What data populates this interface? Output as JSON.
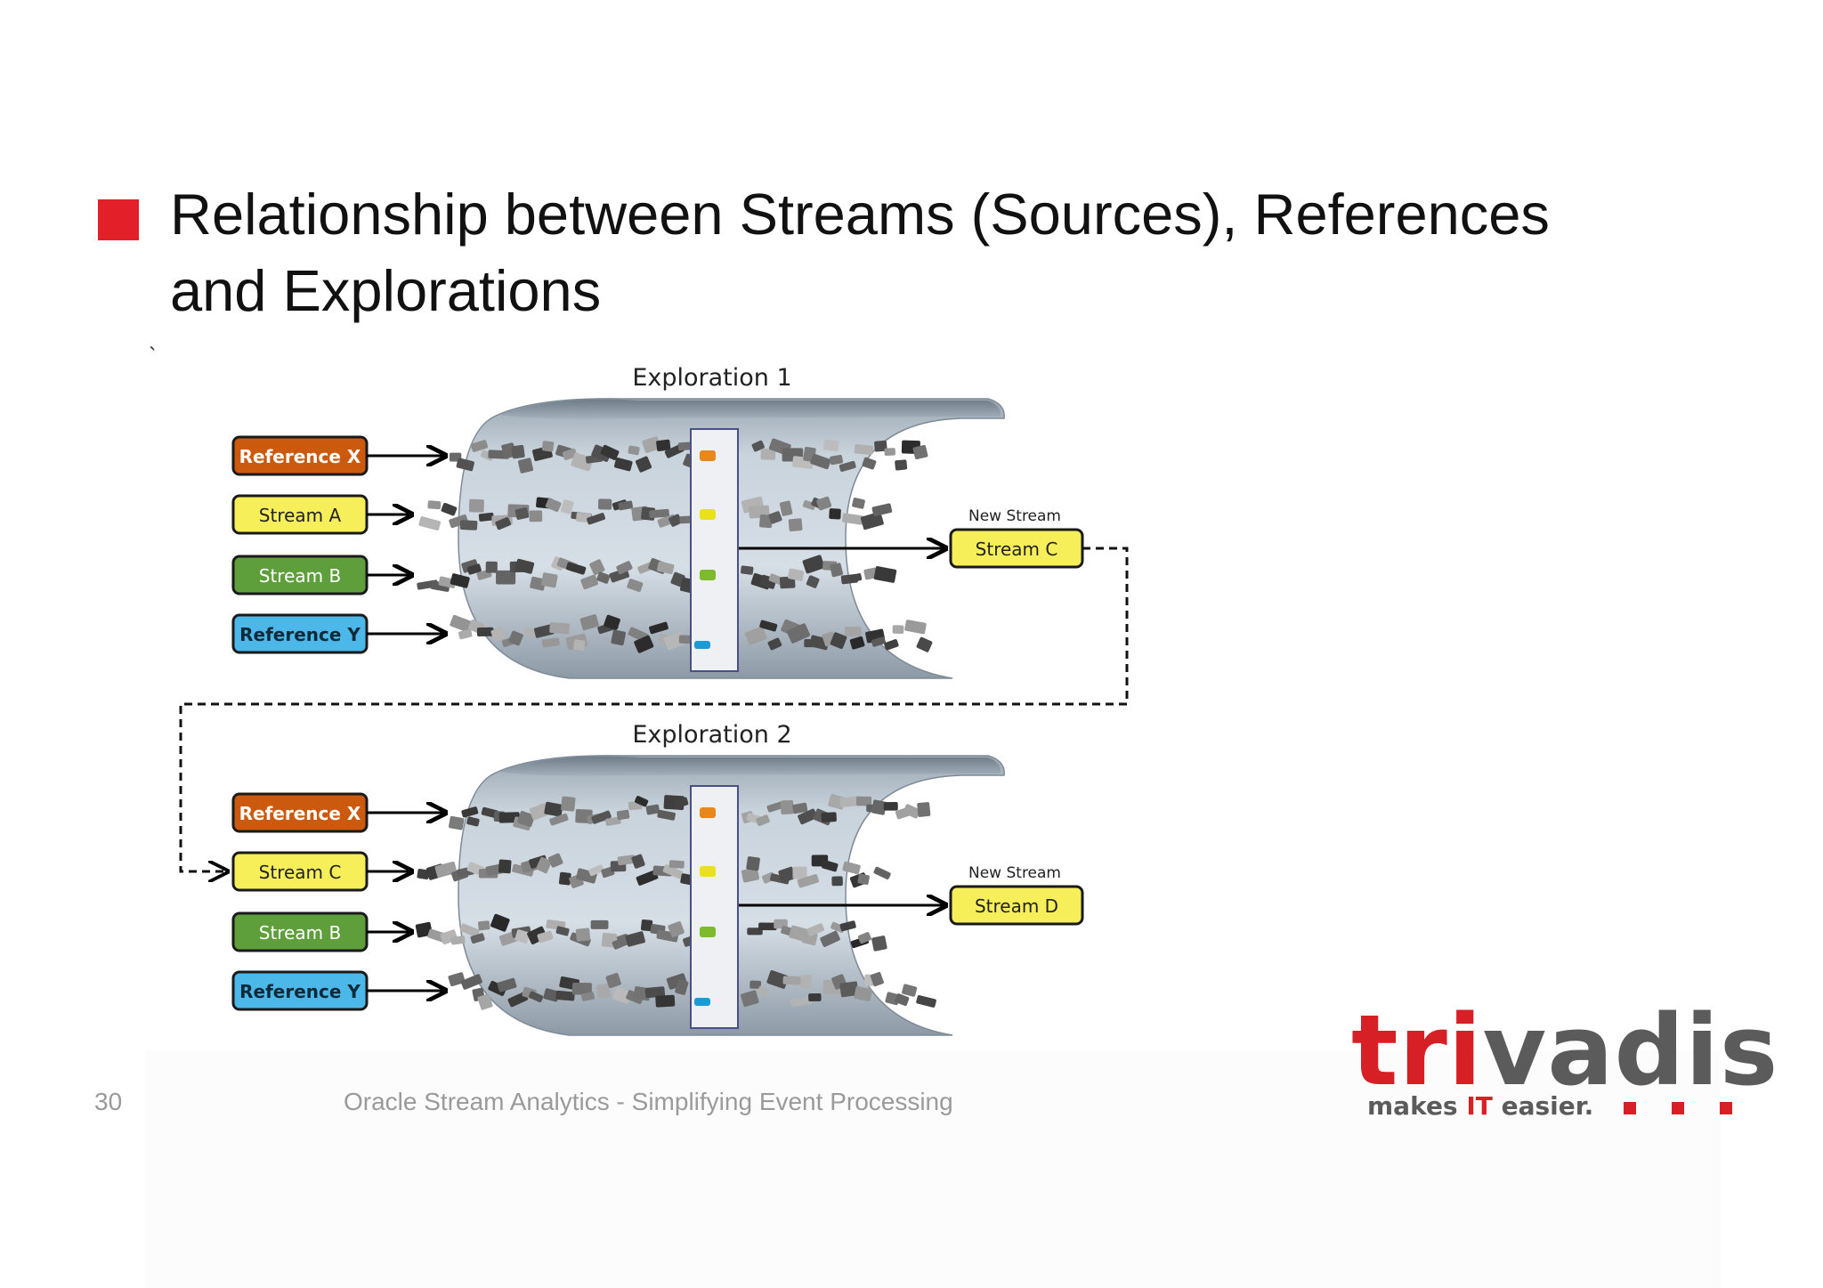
{
  "title": {
    "line1": "Relationship between Streams (Sources), References",
    "line2": "and Explorations",
    "stray_mark": "`"
  },
  "colors": {
    "bullet": "#e3202a",
    "reference_x": "#cc5a0e",
    "stream_yellow": "#f7ef5a",
    "stream_b": "#5e9f3c",
    "reference_y": "#4cb8ea",
    "tube": "#aab6c1",
    "logo_red": "#d71f26",
    "logo_gray": "#5b5b5b"
  },
  "diagram": {
    "explorations": [
      {
        "label": "Exploration 1",
        "inputs": [
          {
            "label": "Reference X",
            "kind": "reference-x",
            "token": "#e8881c"
          },
          {
            "label": "Stream A",
            "kind": "stream",
            "token": "#e9e11a"
          },
          {
            "label": "Stream B",
            "kind": "stream-b",
            "token": "#7dbb2c"
          },
          {
            "label": "Reference Y",
            "kind": "reference-y",
            "token": "#1a9ad6"
          }
        ],
        "output_caption": "New Stream",
        "output": "Stream C"
      },
      {
        "label": "Exploration 2",
        "inputs": [
          {
            "label": "Reference X",
            "kind": "reference-x",
            "token": "#e8881c"
          },
          {
            "label": "Stream C",
            "kind": "stream",
            "token": "#e9e11a"
          },
          {
            "label": "Stream B",
            "kind": "stream-b",
            "token": "#7dbb2c"
          },
          {
            "label": "Reference Y",
            "kind": "reference-y",
            "token": "#1a9ad6"
          }
        ],
        "output_caption": "New Stream",
        "output": "Stream D"
      }
    ]
  },
  "footer": {
    "page_number": "30",
    "text": "Oracle Stream Analytics - Simplifying Event Processing"
  },
  "logo": {
    "word_red": "tri",
    "word_gray": "vadis",
    "tagline_pre": "makes ",
    "tagline_red": "IT",
    "tagline_post": " easier."
  }
}
